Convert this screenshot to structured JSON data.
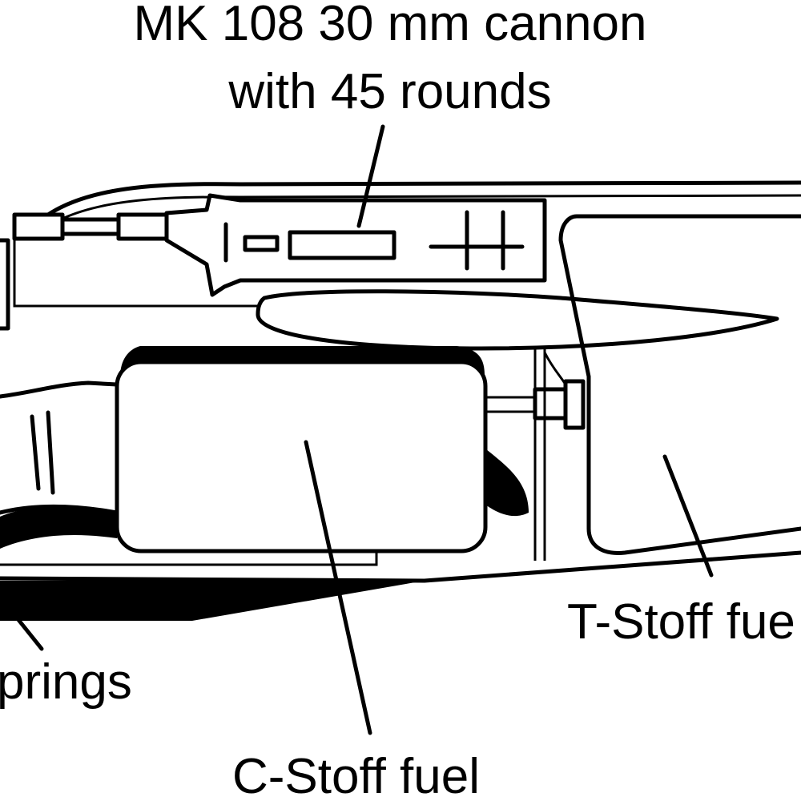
{
  "labels": {
    "cannon_line1": "MK 108 30 mm cannon",
    "cannon_line2": "with 45 rounds",
    "t_stoff": "T-Stoff fue",
    "springs": "prings",
    "c_stoff": "C-Stoff fuel"
  },
  "colors": {
    "ink": "#000000",
    "background": "#ffffff"
  }
}
